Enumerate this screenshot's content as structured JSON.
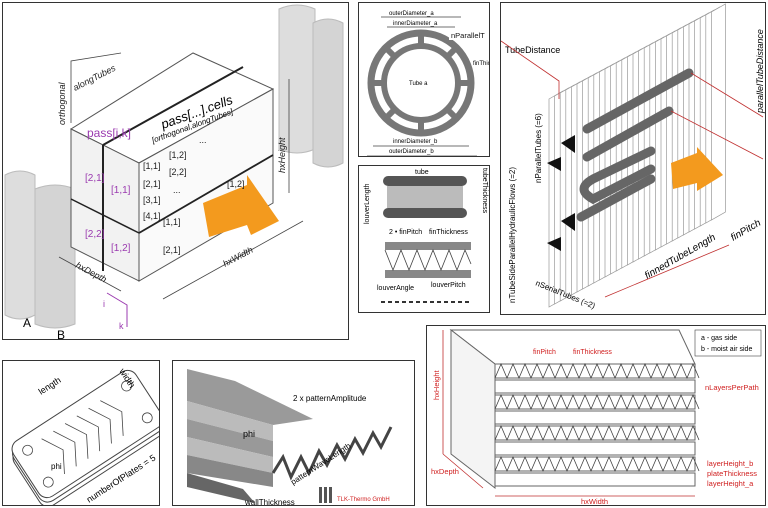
{
  "panel_cells": {
    "direction_orthogonal": "orthogonal",
    "direction_along": "alongTubes",
    "pass_label": "pass[i,k]",
    "cells_title": "pass[...].cells",
    "cells_subtitle": "[orthogonal,alongTubes]",
    "side_cells": [
      "[2,1]",
      "[1,1]",
      "[2,2]",
      "[1,2]"
    ],
    "front_cells_upper": [
      "[1,1]",
      "[1,2]",
      "[2,1]",
      "[2,2]",
      "[3,1]",
      "...",
      "[4,1]",
      "..."
    ],
    "front_cells_lower": [
      "[1,1]",
      "[1,2]",
      "[2,1]"
    ],
    "hxHeight": "hxHeight",
    "hxWidth": "hxWidth",
    "hxDepth": "hxDepth",
    "axis_i": "i",
    "axis_k": "k",
    "port_a": "A",
    "port_b": "B",
    "arrow_color": "#f39a1e",
    "pass_color": "#9b3bb0"
  },
  "panel_tube": {
    "outer_a": "outerDiameter_a",
    "inner_a": "innerDiameter_a",
    "n_parallel": "nParallelT",
    "fin_thick": "finThic",
    "tube": "Tube a",
    "inner_b": "innerDiameter_b",
    "outer_b": "outerDiameter_b"
  },
  "panel_louver": {
    "tube": "tube",
    "louver_length": "louverLength",
    "tube_thickness": "tubeThickness",
    "fin_pitch": "2 • finPitch",
    "fin_thickness": "finThickness",
    "louver_angle": "louverAngle",
    "louver_pitch": "louverPitch"
  },
  "panel_fintube": {
    "tube_distance": "TubeDistance",
    "parallel_tube_distance": "parallelTubeDistance",
    "n_parallel_tubes": "nParallelTubes (=6)",
    "n_hydraulic": "nTubeSideParallelHydraulicFlows (=2)",
    "n_serial": "nSerialTubes (=2)",
    "finned_length": "finnedTubeLength",
    "fin_pitch": "finPitch"
  },
  "panel_plates": {
    "legend_a": "a - gas side",
    "legend_b": "b - moist air side",
    "fin_pitch": "finPitch",
    "fin_thickness": "finThickness",
    "n_layers": "nLayersPerPath",
    "hx_height": "hxHeight",
    "hx_depth": "hxDepth",
    "hx_width": "hxWidth",
    "layer_b": "layerHeight_b",
    "plate_thickness": "plateThickness",
    "layer_a": "layerHeight_a",
    "label_color": "#d02020"
  },
  "panel_plate_hx": {
    "length": "length",
    "width": "width",
    "phi": "phi",
    "plates": "numberOfPlates = 5"
  },
  "panel_corrugation": {
    "amplitude": "2 x patternAmplitude",
    "phi": "phi",
    "wavelength": "patternWaveLength",
    "wall": "wallThickness",
    "logo": "TLK-Thermo GmbH"
  }
}
